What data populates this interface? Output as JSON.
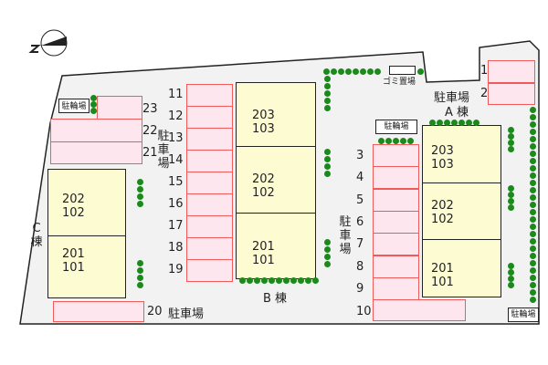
{
  "compass": {
    "label": "N"
  },
  "buildings": {
    "A": {
      "label": "A 棟",
      "units": [
        [
          "203",
          "103"
        ],
        [
          "202",
          "102"
        ],
        [
          "201",
          "101"
        ]
      ]
    },
    "B": {
      "label": "B 棟",
      "units": [
        [
          "203",
          "103"
        ],
        [
          "202",
          "102"
        ],
        [
          "201",
          "101"
        ]
      ]
    },
    "C": {
      "label": "C\n棟",
      "units": [
        [
          "202",
          "102"
        ],
        [
          "201",
          "101"
        ]
      ]
    }
  },
  "parking_label": "駐車場",
  "bike_label": "駐輪場",
  "garbage_label": "ゴミ置場",
  "spaces": [
    "1",
    "2",
    "3",
    "4",
    "5",
    "6",
    "7",
    "8",
    "9",
    "10",
    "11",
    "12",
    "13",
    "14",
    "15",
    "16",
    "17",
    "18",
    "19",
    "20",
    "21",
    "22",
    "23"
  ],
  "colors": {
    "parking_fill": "#fde6ee",
    "parking_border": "#f05a5a",
    "building_fill": "#fdfbd2",
    "tree": "#1a8a1a",
    "ground": "#f2f2f2"
  }
}
